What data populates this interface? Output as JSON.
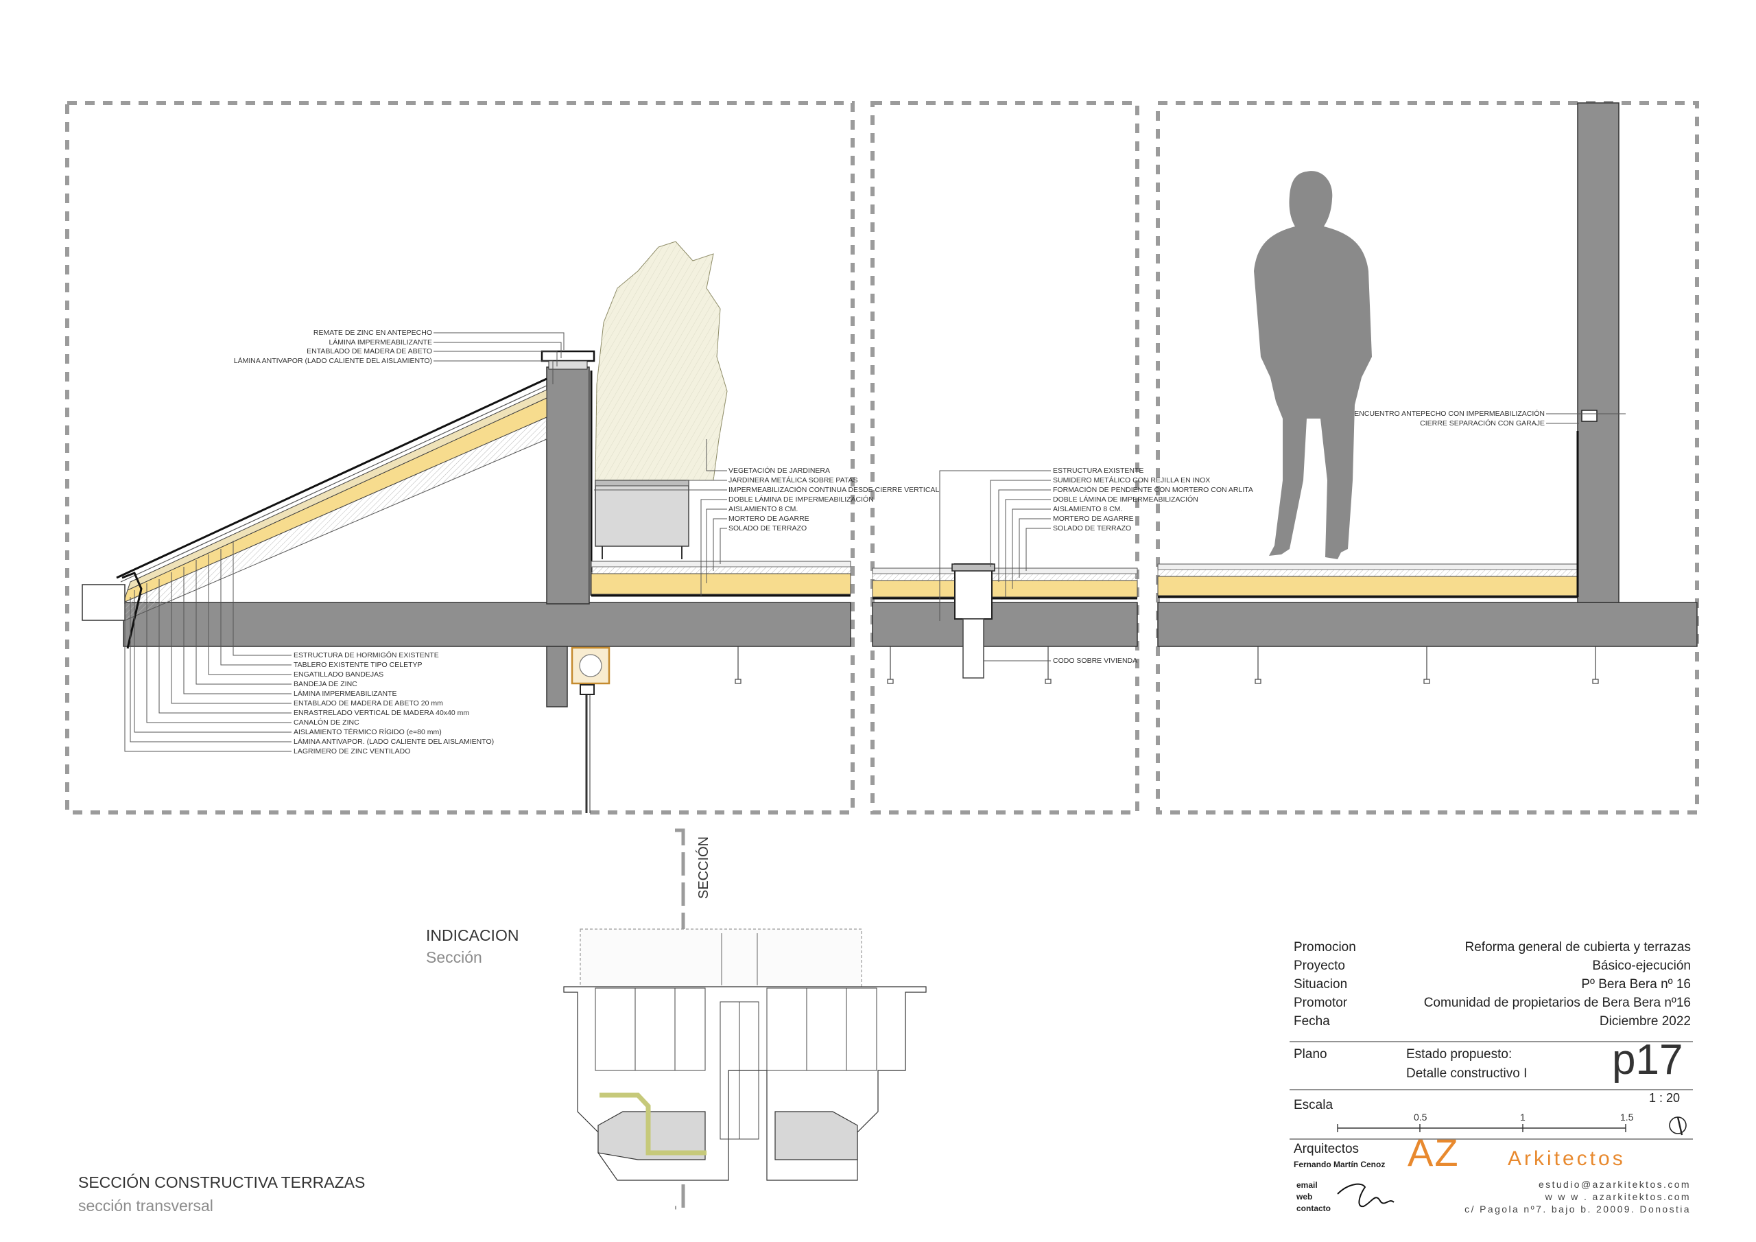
{
  "roof_labels": {
    "top": [
      "REMATE DE ZINC EN ANTEPECHO",
      "LÁMINA IMPERMEABILIZANTE",
      "ENTABLADO DE MADERA DE ABETO",
      "LÁMINA ANTIVAPOR (LADO CALIENTE DEL AISLAMIENTO)"
    ],
    "bottom": [
      "ESTRUCTURA DE HORMIGÓN EXISTENTE",
      "TABLERO EXISTENTE TIPO CELETYP",
      "ENGATILLADO BANDEJAS",
      "BANDEJA DE ZINC",
      "LÁMINA IMPERMEABILIZANTE",
      "ENTABLADO DE MADERA DE ABETO 20 mm",
      "ENRASTRELADO VERTICAL DE MADERA 40x40 mm",
      "CANALÓN DE ZINC",
      "AISLAMIENTO TÉRMICO RÍGIDO (e=80 mm)",
      "LÁMINA ANTIVAPOR. (LADO CALIENTE DEL AISLAMIENTO)",
      "LAGRIMERO DE ZINC VENTILADO"
    ]
  },
  "planter_labels": [
    "VEGETACIÓN DE JARDINERA",
    "JARDINERA METÁLICA SOBRE PATAS",
    "IMPERMEABILIZACIÓN CONTINUA DESDE CIERRE VERTICAL",
    "DOBLE LÁMINA DE IMPERMEABILIZACIÓN",
    "AISLAMIENTO 8 CM.",
    "MORTERO DE AGARRE",
    "SOLADO DE TERRAZO"
  ],
  "drain_labels": [
    "ESTRUCTURA EXISTENTE",
    "SUMIDERO METÁLICO CON REJILLA EN INOX",
    "FORMACIÓN DE PENDIENTE CON MORTERO CON ARLITA",
    "DOBLE LÁMINA DE IMPERMEABILIZACIÓN",
    "AISLAMIENTO 8 CM.",
    "MORTERO DE AGARRE",
    "SOLADO DE TERRAZO"
  ],
  "drain_bottom_label": "CODO SOBRE VIVIENDA",
  "wall_labels": [
    "ENCUENTRO ANTEPECHO CON IMPERMEABILIZACIÓN",
    "CIERRE SEPARACIÓN CON GARAJE"
  ],
  "section_marker": "SECCIÓN",
  "indicacion": {
    "title": "INDICACION",
    "subtitle": "Sección"
  },
  "drawing_title": {
    "title": "SECCIÓN CONSTRUCTIVA TERRAZAS",
    "subtitle": "sección transversal"
  },
  "title_block": {
    "rows": [
      {
        "key": "Promocion",
        "value": "Reforma general de cubierta y terrazas"
      },
      {
        "key": "Proyecto",
        "value": "Básico-ejecución"
      },
      {
        "key": "Situacion",
        "value": "Pº Bera Bera nº 16"
      },
      {
        "key": "Promotor",
        "value": "Comunidad de propietarios de Bera Bera nº16"
      },
      {
        "key": "Fecha",
        "value": "Diciembre 2022"
      }
    ],
    "plano_key": "Plano",
    "plano_line1": "Estado propuesto:",
    "plano_line2": "Detalle constructivo I",
    "sheet_number": "p17",
    "escala_key": "Escala",
    "scale": "1 : 20",
    "scale_ticks": [
      "0.5",
      "1",
      "1.5"
    ],
    "arquitectos_key": "Arquitectos",
    "architect_name": "Fernando Martín Cenoz",
    "contact_keys": [
      "email",
      "web",
      "contacto"
    ],
    "email": "estudio@azarkitektos.com",
    "web": "w w w . azarkitektos.com",
    "address": "c/ Pagola nº7. bajo b. 20009. Donostia",
    "logo_az": "AZ",
    "logo_name": "Arkitectos",
    "accent_color": "#e8892e"
  }
}
